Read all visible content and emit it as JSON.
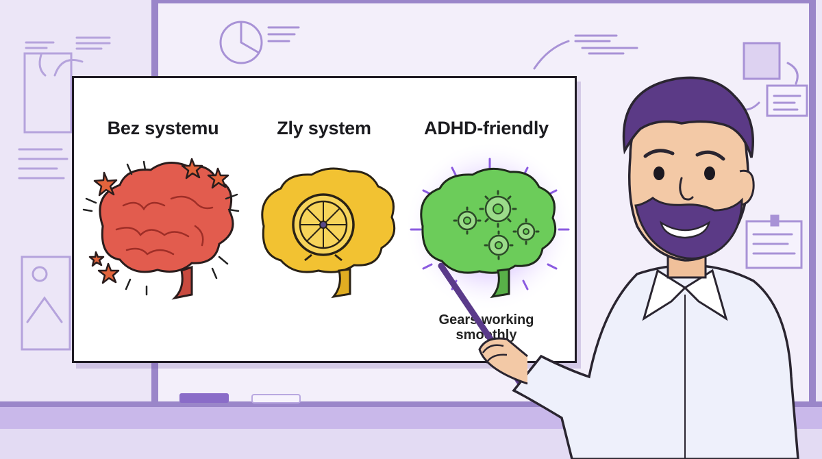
{
  "slide": {
    "columns": [
      {
        "title": "Bez systemu",
        "brain_color": "#e25c4e",
        "icon": "chaotic-brain-icon"
      },
      {
        "title": "Zly system",
        "brain_color": "#f2c232",
        "icon": "hamster-wheel-brain-icon"
      },
      {
        "title": "ADHD-friendly",
        "brain_color": "#6ccc5a",
        "icon": "gears-brain-icon"
      }
    ],
    "caption": "Gears working smoothly"
  },
  "colors": {
    "background": "#ece6f7",
    "accent": "#8a6cc8",
    "outline": "#1f1b24"
  }
}
